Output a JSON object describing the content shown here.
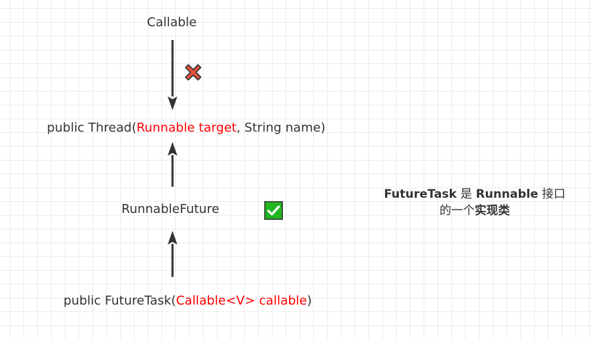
{
  "nodes": {
    "callable": "Callable",
    "thread": {
      "prefix": "public Thread(",
      "highlight": "Runnable target",
      "suffix": ", String name)"
    },
    "runnable_future": "RunnableFuture",
    "future_task": {
      "prefix": "public FutureTask(",
      "highlight": "Callable<V> callable",
      "suffix": ")"
    }
  },
  "note": {
    "part1": "FutureTask",
    "part2": " 是 ",
    "part3": "Runnable",
    "part4": " 接口",
    "part5": "的一个",
    "part6": "实现类"
  },
  "icons": {
    "cross": "cross-mark-icon",
    "check": "check-mark-icon"
  },
  "colors": {
    "highlight": "#ff0000",
    "text": "#333333",
    "arrow": "#333333",
    "cross_fill": "#e5533a",
    "check_fill": "#21b521"
  }
}
